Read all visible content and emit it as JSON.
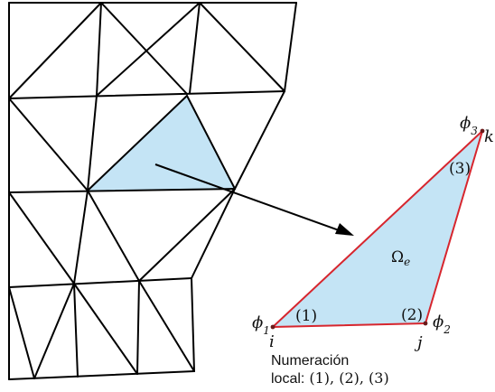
{
  "colors": {
    "mesh_line": "#000000",
    "element_fill": "#c4e4f5",
    "element_edge": "#d7262e",
    "node_dot": "#6b1a1a"
  },
  "element": {
    "domain_label": "Ω",
    "domain_subscript": "e"
  },
  "nodes": [
    {
      "name": "i",
      "shape_fn": "ϕ",
      "shape_sub": "1",
      "local": "(1)"
    },
    {
      "name": "j",
      "shape_fn": "ϕ",
      "shape_sub": "2",
      "local": "(2)"
    },
    {
      "name": "k",
      "shape_fn": "ϕ",
      "shape_sub": "3",
      "local": "(3)"
    }
  ],
  "note": {
    "line1": "Numeración",
    "line2_prefix": "local:",
    "line2_math": "(1), (2), (3)"
  }
}
